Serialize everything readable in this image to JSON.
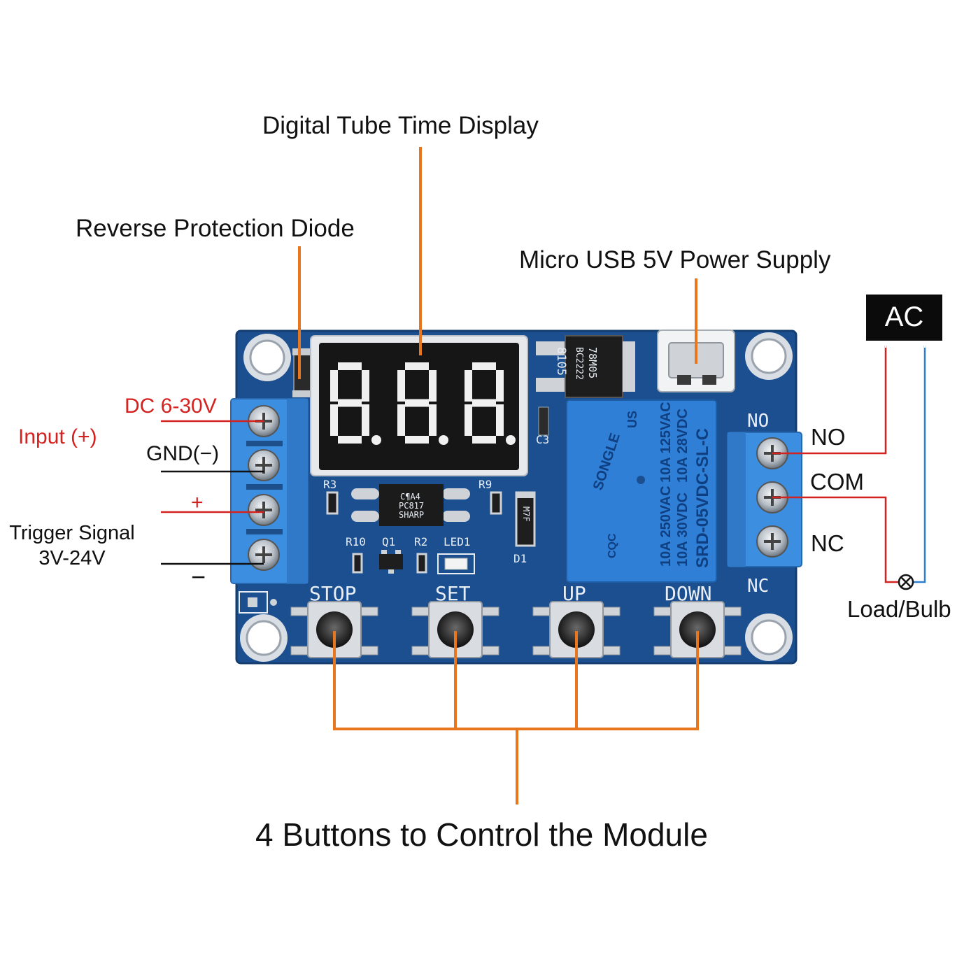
{
  "labels": {
    "display": "Digital Tube Time Display",
    "diode": "Reverse Protection Diode",
    "usb": "Micro USB 5V Power Supply",
    "ac": "AC",
    "dc_range": "DC 6-30V",
    "input": "Input (+)",
    "gnd": "GND(−)",
    "trig_plus": "+",
    "trigger_line1": "Trigger Signal",
    "trigger_line2": "3V-24V",
    "trig_minus": "−",
    "no": "NO",
    "com": "COM",
    "nc": "NC",
    "load": "Load/Bulb",
    "buttons": "4 Buttons to Control the Module"
  },
  "board": {
    "display_digits": "8.8.8.",
    "regulator": "78M05",
    "regulator_code": "BC2222",
    "regulator_side": "8105",
    "cap": "C3",
    "r3": "R3",
    "r9": "R9",
    "optocoupler": [
      "C¶A4",
      "PC817",
      "SHARP"
    ],
    "r10": "R10",
    "q1": "Q1",
    "r2": "R2",
    "led1": "LED1",
    "d1": "D1",
    "diode_marking": "M7F",
    "no_terminal": "NO",
    "nc_terminal": "NC",
    "relay": {
      "brand": "SONGLE",
      "rating1": "10A 250VAC",
      "rating2": "10A 30VDC",
      "rating3": "10A 125VAC",
      "rating4": "10A 28VDC",
      "model": "SRD-05VDC-SL-C",
      "us": "US",
      "cqc": "CQC"
    },
    "buttons": [
      "STOP",
      "SET",
      "UP",
      "DOWN"
    ]
  },
  "colors": {
    "pcb": "#1b4f8f",
    "terminal": "#3c8fe0",
    "relay": "#2f7fd6",
    "callout": "#e8761f",
    "wire_red": "#d3221f",
    "wire_blue": "#2f7fd0"
  }
}
